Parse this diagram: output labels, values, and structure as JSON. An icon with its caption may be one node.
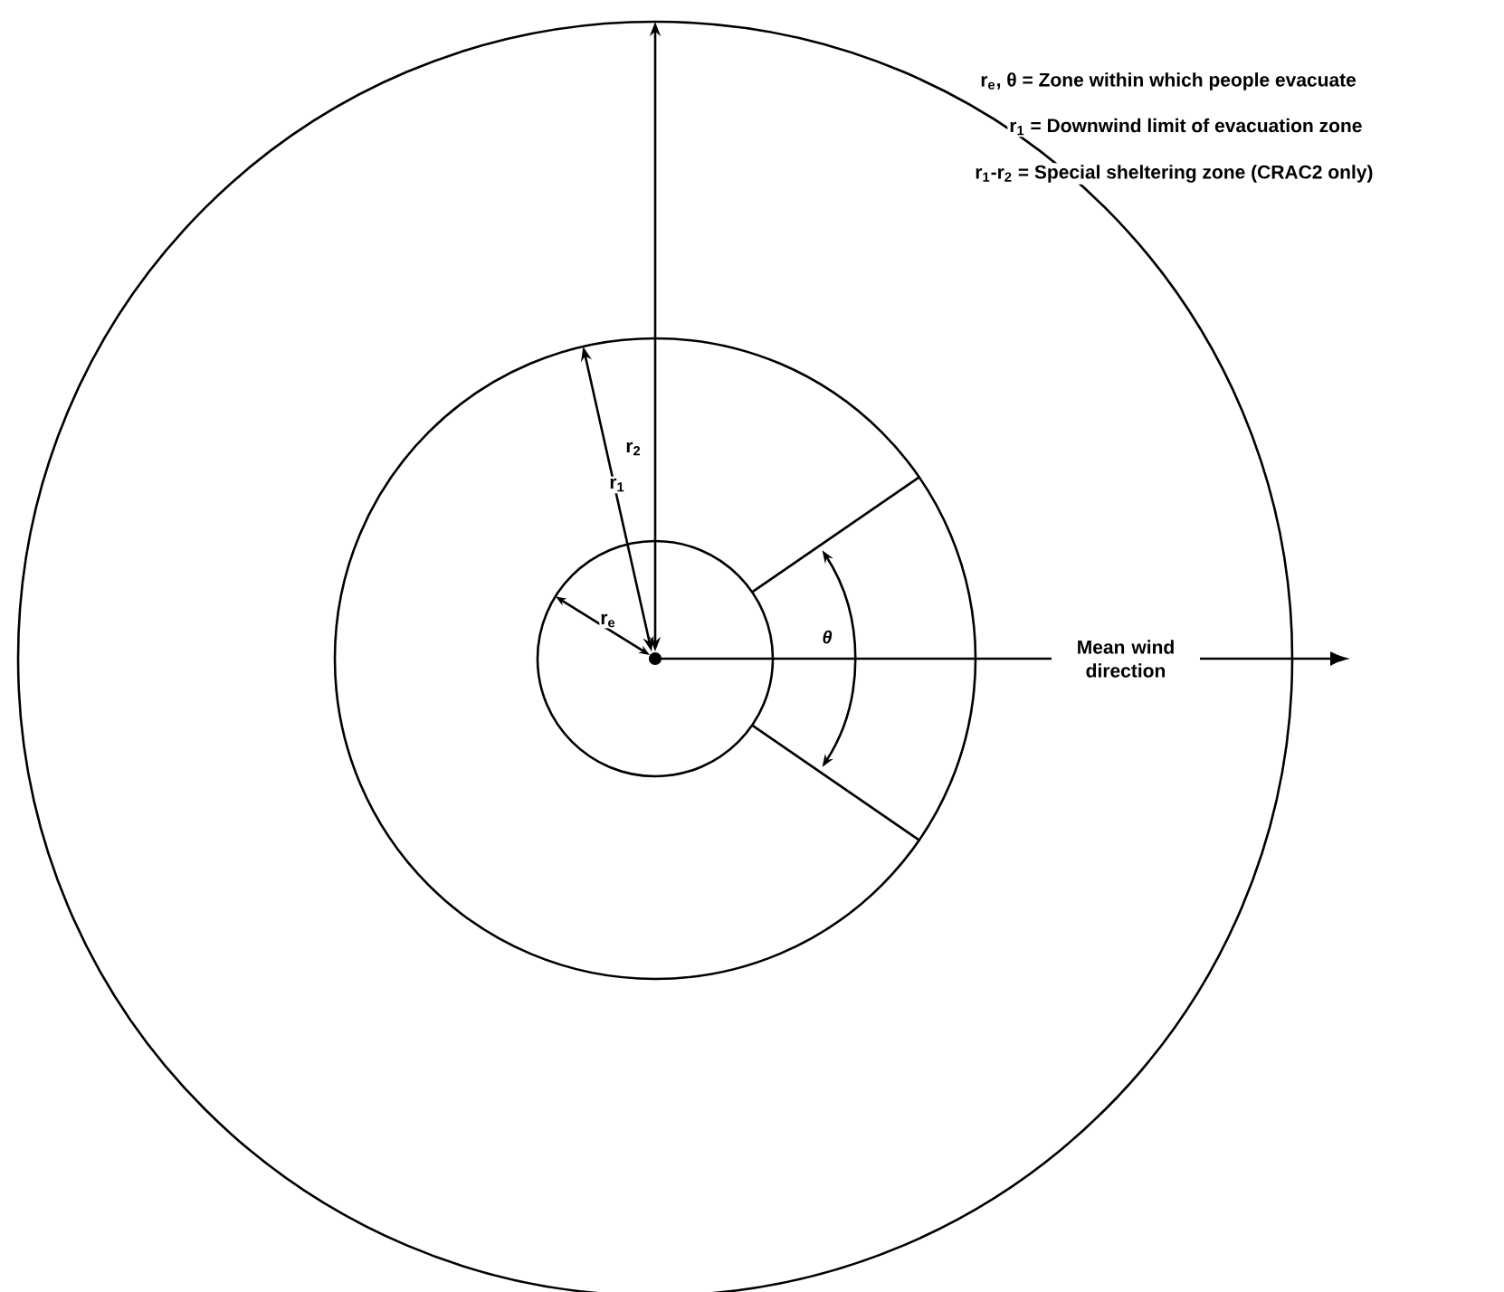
{
  "diagram": {
    "labels": [
      "r$_{e}$, θ = Zone within which people evacuate",
      "r$_{2}$",
      "r$_{1}$ = Downwind limit of evacuation zone",
      "r$_{1}$-r$_{2}$ = Special sheltering zone (CRAC2 only)",
      "r$_{1}$",
      "r$_{e}$",
      "θ",
      "Mean wind direction"
    ]
  }
}
